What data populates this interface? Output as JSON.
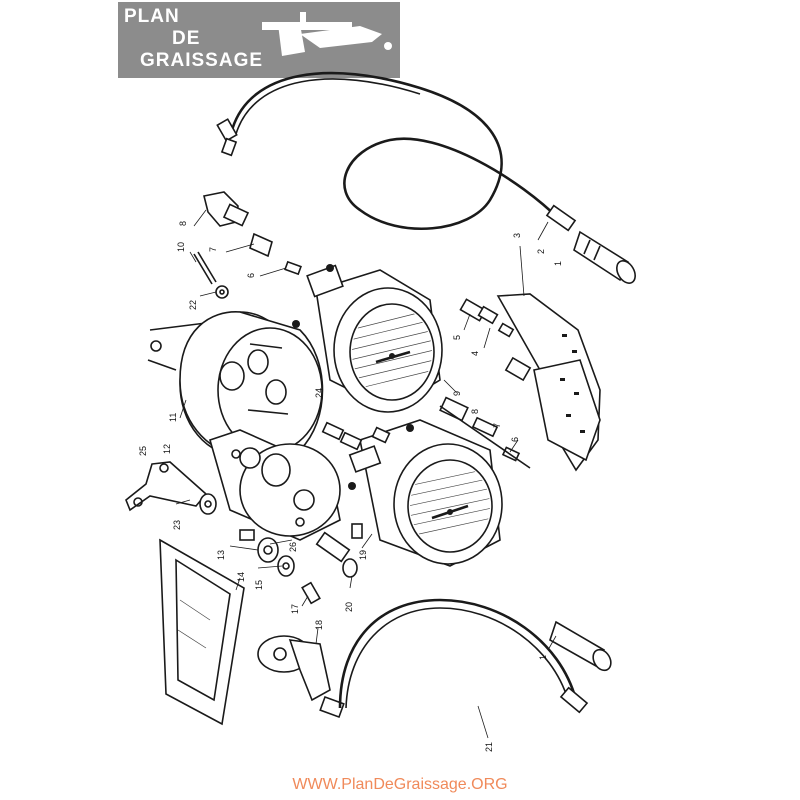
{
  "logo": {
    "line1": "PLAN",
    "line2": "DE",
    "line3": "GRAISSAGE",
    "icon": "oil-can-icon",
    "bg_color": "#8c8c8c",
    "text_color": "#ffffff"
  },
  "footer": {
    "text": "WWW.PlanDeGraissage.ORG",
    "color": "#f08a5a"
  },
  "parts": {
    "p1": "1",
    "p1b": "1",
    "p2": "2",
    "p3": "3",
    "p4": "4",
    "p5": "5",
    "p6": "6",
    "p6b": "6",
    "p7": "7",
    "p7b": "7",
    "p8": "8",
    "p8b": "8",
    "p9": "9",
    "p10": "10",
    "p11": "11",
    "p12": "12",
    "p13": "13",
    "p14": "14",
    "p15": "15",
    "p17": "17",
    "p18": "18",
    "p19": "19",
    "p20": "20",
    "p21": "21",
    "p22": "22",
    "p23": "23",
    "p24": "24",
    "p25": "25",
    "p26": "26"
  }
}
